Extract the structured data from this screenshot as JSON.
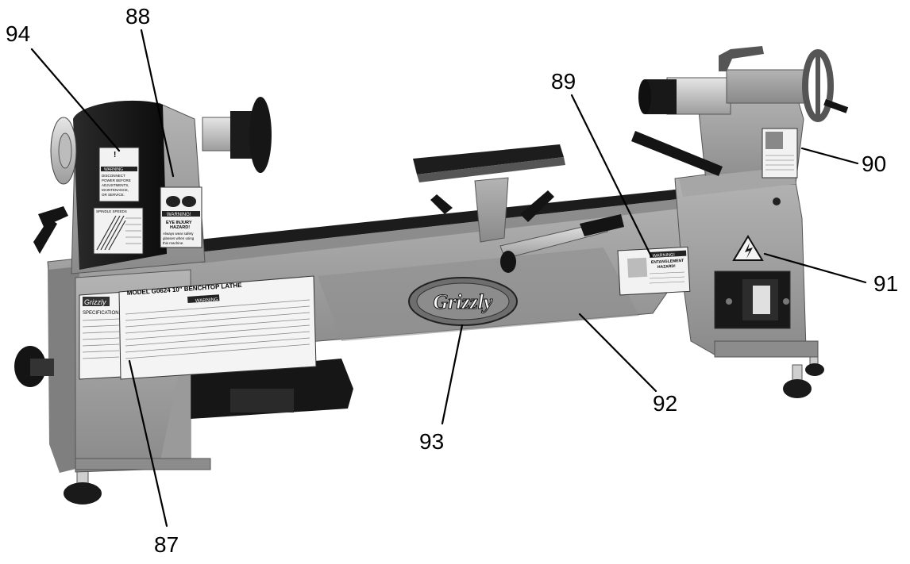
{
  "callouts": [
    {
      "id": "87",
      "label": "87"
    },
    {
      "id": "88",
      "label": "88"
    },
    {
      "id": "89",
      "label": "89"
    },
    {
      "id": "90",
      "label": "90"
    },
    {
      "id": "91",
      "label": "91"
    },
    {
      "id": "92",
      "label": "92"
    },
    {
      "id": "93",
      "label": "93"
    },
    {
      "id": "94",
      "label": "94"
    }
  ],
  "labels": {
    "brand": "Grizzly",
    "spec_plate": {
      "brand": "Grizzly",
      "heading": "SPECIFICATIONS",
      "model": "MODEL G0624  10\" BENCHTOP LATHE",
      "warning": "WARNING"
    },
    "eye_decal": {
      "warning": "WARNING!",
      "line1": "EYE INJURY",
      "line2": "HAZARD!",
      "line3": "Always wear safety",
      "line4": "glasses when using",
      "line5": "this machine."
    },
    "entangle_decal": {
      "warning": "WARNING!",
      "line1": "ENTANGLEMENT",
      "line2": "HAZARD!"
    },
    "disconnect_decal": {
      "warning": "WARNING",
      "line1": "DISCONNECT",
      "line2": "POWER BEFORE",
      "line3": "ADJUSTMENTS,",
      "line4": "MAINTENANCE,",
      "line5": "OR SERVICE.",
      "speeds": "SPINDLE SPEEDS"
    }
  },
  "colors": {
    "body": "#9a9a9a",
    "body_dark": "#6f6f6f",
    "body_light": "#bdbdbd",
    "black": "#111111"
  }
}
